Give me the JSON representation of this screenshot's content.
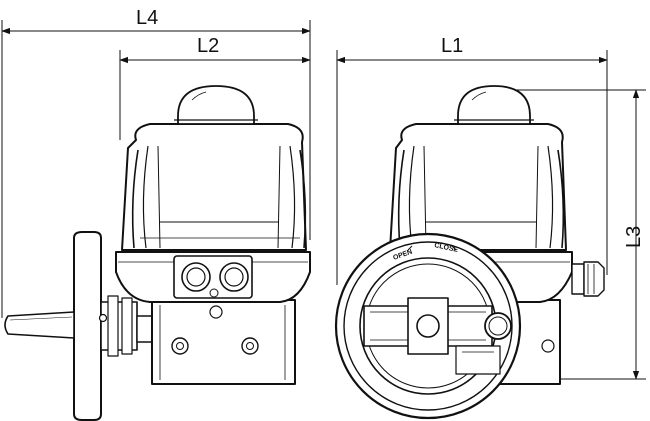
{
  "dimensions": {
    "l1": "L1",
    "l2": "L2",
    "l3": "L3",
    "l4": "L4"
  },
  "handwheel": {
    "open_label": "OPEN",
    "close_label": "CLOSE"
  }
}
